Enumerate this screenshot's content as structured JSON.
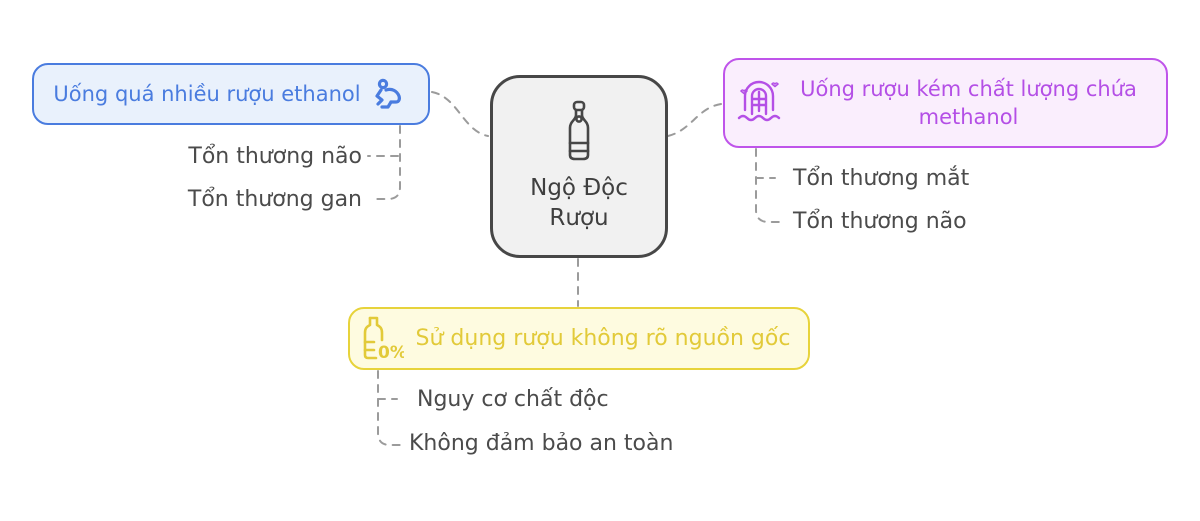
{
  "root": {
    "label": "Ngộ Độc Rượu",
    "icon": "wine-bottle-icon",
    "border_color": "#474747",
    "background": "#f1f1f1"
  },
  "branches": [
    {
      "label": "Uống quá nhiều rượu ethanol",
      "icon": "crawling-person-icon",
      "color": "#4a7cdf",
      "background": "#e9f1fc",
      "children": [
        "Tổn thương não",
        "Tổn thương gan"
      ]
    },
    {
      "label": "Uống rượu kém chất lượng chứa methanol",
      "icon": "fountain-gate-icon",
      "color": "#b44fe6",
      "background": "#faeefd",
      "children": [
        "Tổn thương mắt",
        "Tổn thương não"
      ]
    },
    {
      "label": "Sử dụng rượu không rõ nguồn gốc",
      "icon": "zero-percent-bottle-icon",
      "color": "#e2ca39",
      "background": "#fefbe0",
      "children": [
        "Nguy cơ chất độc",
        "Không đảm bảo an toàn"
      ]
    }
  ],
  "icon_labels": {
    "zero_percent": "0%"
  },
  "connector_color": "#9b9b9b"
}
